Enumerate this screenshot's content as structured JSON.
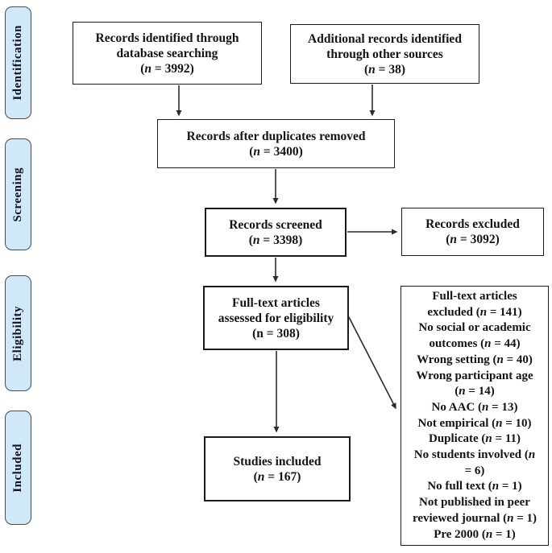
{
  "diagram": {
    "title": "PRISMA flow diagram",
    "colors": {
      "stage_label_fill": "#cfe9f8",
      "stage_label_border": "#4d4d4d",
      "box_border": "#1a1a1a",
      "arrow": "#2b2b2b",
      "background": "#ffffff"
    }
  },
  "sidebar": {
    "labels": [
      {
        "text": "Identification"
      },
      {
        "text": "Screening"
      },
      {
        "text": "Eligibility"
      },
      {
        "text": "Included"
      }
    ]
  },
  "boxes": {
    "identified": {
      "lines": [
        "Records identified through",
        "database searching",
        "(n = 3992)"
      ]
    },
    "additional": {
      "lines": [
        "Additional records identified",
        "through other sources",
        "(n = 38)"
      ]
    },
    "duplicates_removed": {
      "lines": [
        "Records after duplicates removed",
        "(n = 3400)"
      ]
    },
    "screened": {
      "lines": [
        "Records screened",
        "(n = 3398)"
      ]
    },
    "records_excluded": {
      "lines": [
        "Records excluded",
        "(n = 3092)"
      ]
    },
    "fulltext_assessed": {
      "lines": [
        "Full-text articles",
        "assessed for eligibility",
        "(n = 308)"
      ]
    },
    "fulltext_excluded": {
      "lines": [
        "Full-text articles",
        "excluded (n = 141)",
        "No social or academic",
        "outcomes (n = 44)",
        "Wrong setting (n = 40)",
        "Wrong participant age",
        "(n = 14)",
        "No AAC (n = 13)",
        "Not empirical (n = 10)",
        "Duplicate (n = 11)",
        "No students involved (n",
        "= 6)",
        "No full text (n = 1)",
        "Not published in peer",
        "reviewed journal (n = 1)",
        "Pre 2000 (n = 1)"
      ]
    },
    "studies_included": {
      "lines": [
        "Studies included",
        "(n = 167)"
      ]
    }
  }
}
